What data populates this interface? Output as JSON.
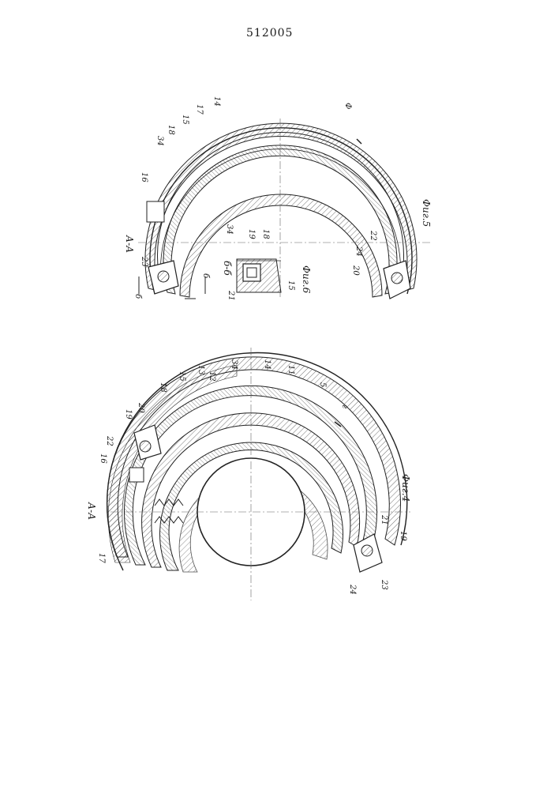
{
  "patent_number": "512005",
  "figure5": {
    "caption": "Фиг.5",
    "section": "А-А",
    "labels": [
      "16",
      "34",
      "18",
      "15",
      "17",
      "14",
      "Ф",
      "22",
      "24",
      "20",
      "23",
      "б",
      "б"
    ]
  },
  "figure6": {
    "caption": "Фиг.6",
    "section": "б-б",
    "labels": [
      "34",
      "19",
      "18",
      "21",
      "15"
    ]
  },
  "figure4": {
    "caption": "Фиг.4",
    "section": "А-А",
    "labels": [
      "19",
      "20",
      "18",
      "15",
      "13",
      "34",
      "14",
      "11",
      "5",
      "22",
      "16",
      "12",
      "17",
      "21",
      "19",
      "23",
      "24",
      "г"
    ]
  }
}
